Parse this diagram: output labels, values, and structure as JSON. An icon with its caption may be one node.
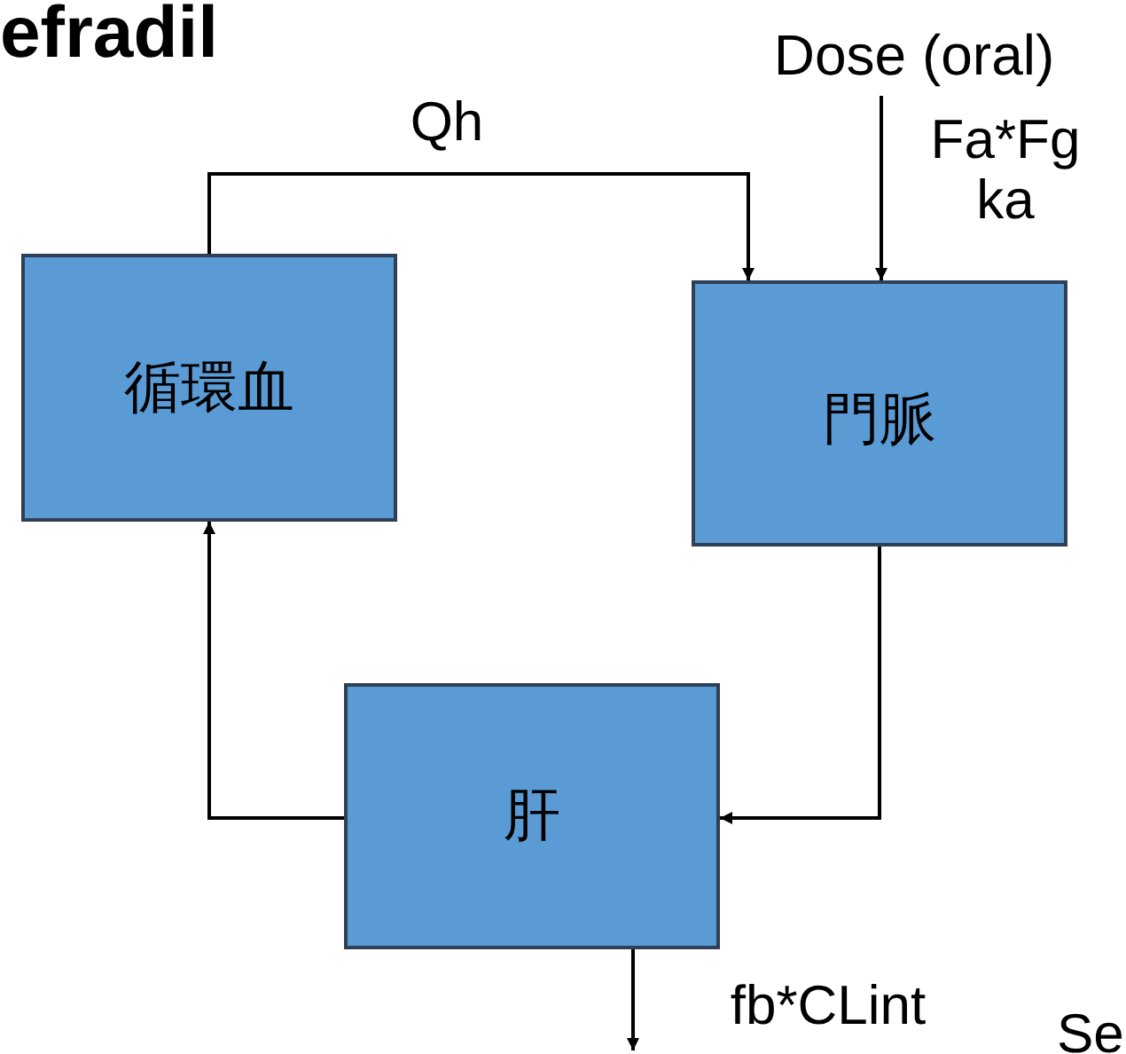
{
  "diagram": {
    "title": "efradil",
    "nodes": [
      {
        "text": [
          "循環血"
        ]
      },
      {
        "text": [
          "門脈"
        ]
      },
      {
        "text": [
          "肝"
        ]
      },
      {
        "text": [
          "Dose (oral)"
        ]
      }
    ],
    "edges": [
      {
        "from": 0,
        "to": 1,
        "arrow": "to",
        "label": "Qh"
      },
      {
        "from": 1,
        "to": 2,
        "arrow": "to"
      },
      {
        "from": 2,
        "to": 0,
        "arrow": "to"
      },
      {
        "from": 2,
        "to": null,
        "arrow": "to",
        "label": "fb*CLint"
      },
      {
        "from": 3,
        "to": 1,
        "arrow": "to",
        "label": "Fa*Fg ka"
      }
    ],
    "labels": [
      "Se"
    ]
  }
}
